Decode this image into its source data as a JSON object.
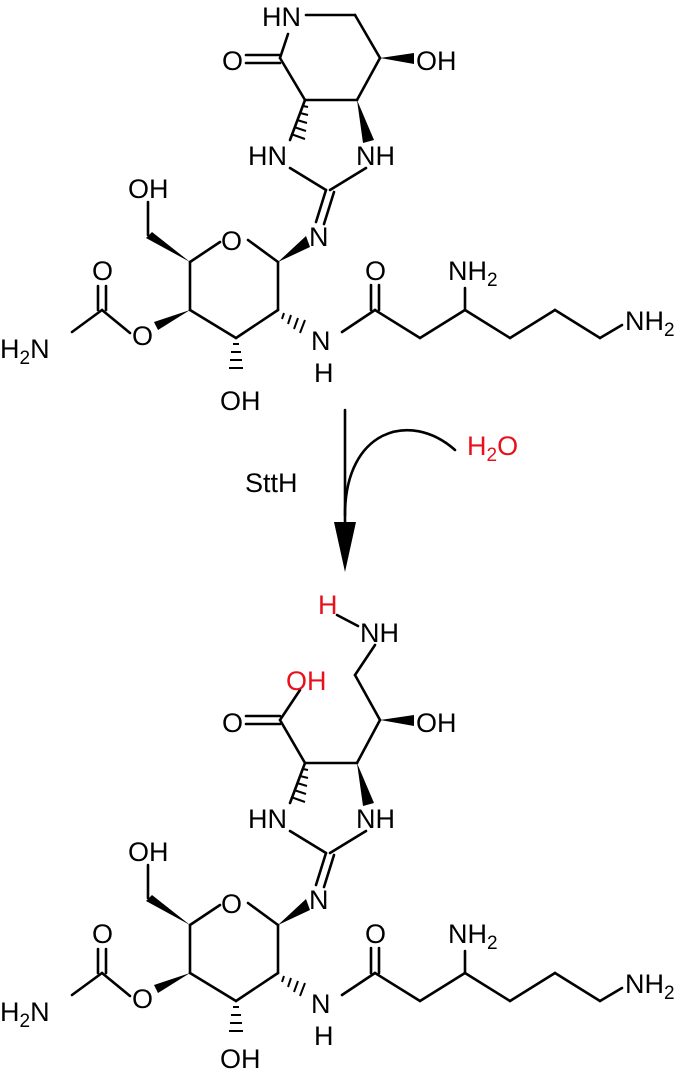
{
  "scheme": {
    "enzyme_label": "SttH",
    "reagent": {
      "main": "H",
      "sub": "2",
      "tail": "O",
      "color": "#e8101a"
    },
    "added_h": {
      "text": "H",
      "color": "#e8101a"
    },
    "added_oh": {
      "text": "OH",
      "color": "#e8101a"
    }
  },
  "substrate": {
    "atoms": {
      "ring_nh": "HN",
      "ring_oh": "OH",
      "lactam_o": "O",
      "hn_left": "HN",
      "nh_right": "NH",
      "ch2oh": "OH",
      "pyran_o": "O",
      "imine_n": "N",
      "carbamate_o_top": "O",
      "carbamate_o_ester": "O",
      "h2n": {
        "main": "H",
        "sub": "2",
        "tail": "N"
      },
      "amide_o": "O",
      "amide_n": "N",
      "amide_h": "H",
      "nh2_mid": {
        "main": "NH",
        "sub": "2"
      },
      "nh2_end": {
        "main": "NH",
        "sub": "2"
      },
      "sugar_oh": "OH"
    }
  },
  "product": {
    "atoms": {
      "amine_nh": "NH",
      "side_oh": "OH",
      "acid_o": "O",
      "hn_left": "HN",
      "nh_right": "NH",
      "ch2oh": "OH",
      "pyran_o": "O",
      "imine_n": "N",
      "carbamate_o_top": "O",
      "carbamate_o_ester": "O",
      "h2n": {
        "main": "H",
        "sub": "2",
        "tail": "N"
      },
      "amide_o": "O",
      "amide_n": "N",
      "amide_h": "H",
      "nh2_mid": {
        "main": "NH",
        "sub": "2"
      },
      "nh2_end": {
        "main": "NH",
        "sub": "2"
      },
      "sugar_oh": "OH"
    }
  }
}
